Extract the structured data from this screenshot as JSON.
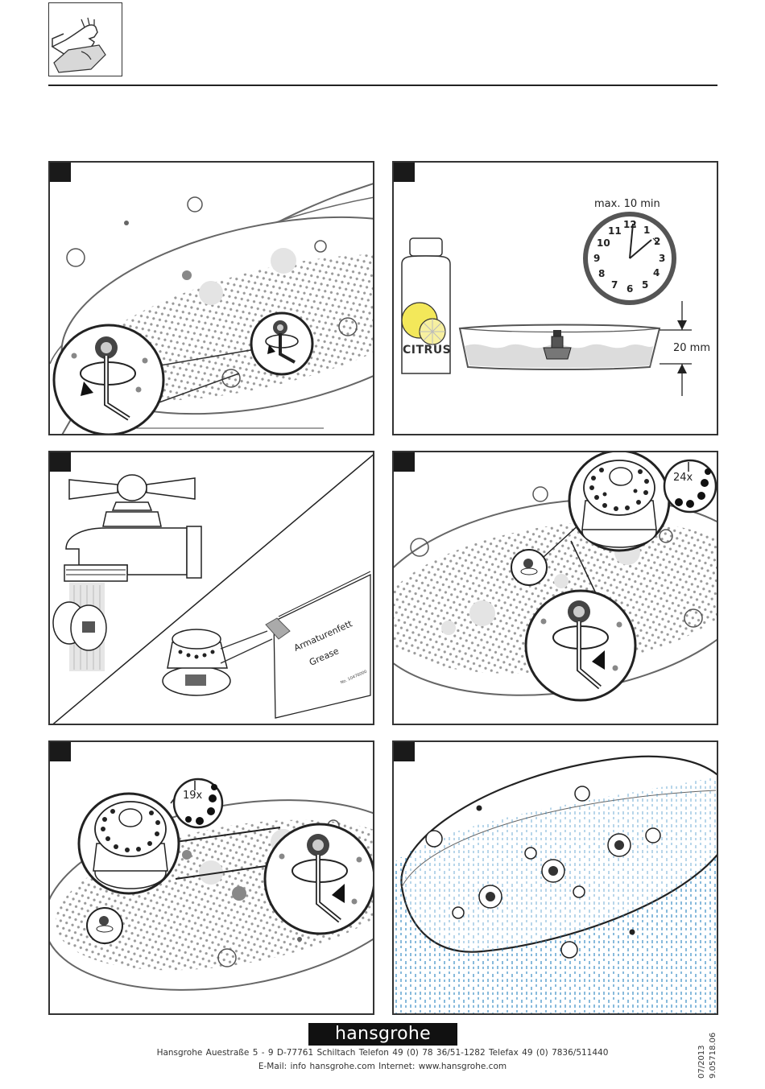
{
  "panel2": {
    "clock_label": "max. 10 min",
    "bottle_label": "CITRUS",
    "depth_label": "20 mm",
    "clock_numbers": [
      "12",
      "1",
      "2",
      "3",
      "4",
      "5",
      "6",
      "7",
      "8",
      "9",
      "10",
      "11"
    ]
  },
  "panel3": {
    "tube_line1": "Armaturenfett",
    "tube_line2": "Grease",
    "tube_code": "No. 10478000"
  },
  "panel4": {
    "count_label": "24x"
  },
  "panel5": {
    "count_label": "19x"
  },
  "footer": {
    "brand": "hansgrohe",
    "address_line": "Hansgrohe   Auestraße 5 - 9   D-77761 Schiltach   Telefon    49 (0)  78 36/51-1282   Telefax   49 (0)  7836/511440",
    "contact_line": "E-Mail: info   hansgrohe.com   Internet: www.hansgrohe.com",
    "date": "07/2013",
    "doc_number": "9.05718.06"
  }
}
